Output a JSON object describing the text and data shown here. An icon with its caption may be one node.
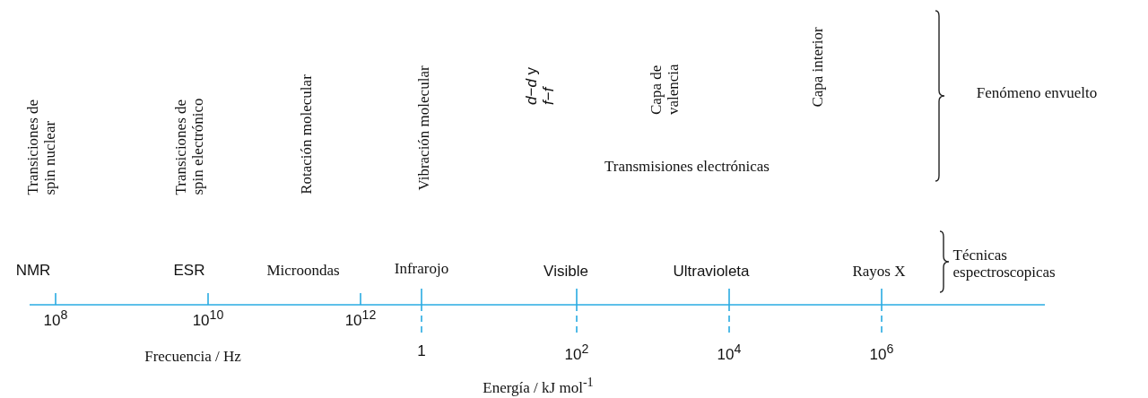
{
  "diagram": {
    "labels": [
      "Transiciones de spin nuclear",
      "Transiciones de spin electrónico",
      "Rotación molecular",
      "Vibración molecular",
      "*d*−*d* y *f*−*f*",
      "Capa de valencia",
      "Capa interior",
      "Fenómeno envuelto",
      "Transmisiones electrónicas",
      "Técnicas espectroscopicas",
      "NMR",
      "ESR",
      "Microondas",
      "Infrarojo",
      "Visible",
      "Ultravioleta",
      "Rayos X",
      "10$^{8}$",
      "10$^{10}$",
      "10$^{12}$",
      "1",
      "10$^{2}$",
      "10$^{4}$",
      "10$^{6}$",
      "Frecuencia / Hz",
      "Energía / kJ mol$^{-1}$"
    ]
  }
}
